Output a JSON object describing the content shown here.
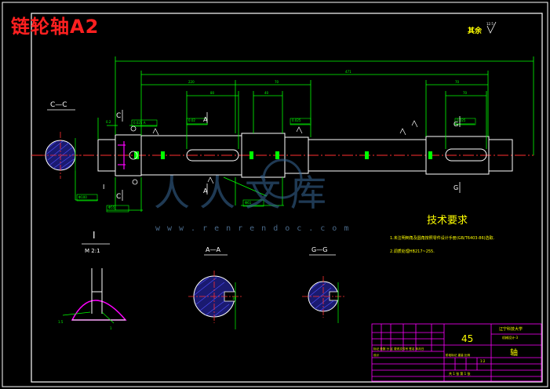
{
  "drawing": {
    "title": "链轮轴A2",
    "roughness_note": "其余",
    "roughness_value": "12.5",
    "section_cc": "C—C",
    "section_aa": "A—A",
    "section_gg": "G—G",
    "detail_label": "I",
    "detail_scale": "M 2:1",
    "mark_c": "C",
    "mark_a": "A",
    "mark_g": "G",
    "mark_i": "I",
    "tech_req_title": "技术要求",
    "tech_req_1": "1.未注明倒角及圆角按照零件设计手册(GB/T6403-86)选取.",
    "tech_req_2": "2.调质处理HB217~255.",
    "watermark": "www.renrendoc.com",
    "watermark_logo": "人人文库"
  },
  "title_block": {
    "material": "45",
    "part_name": "轴",
    "school": "辽宁科技大学",
    "drawing_no": "机械设计-3",
    "scale": "1:2",
    "sheets": "共 1 张  第 1 张",
    "header_row": "标记 处数 分 区 更改文件号 签名 年月日",
    "design_row": "设计",
    "stage_row": "阶段标记 重量 比例"
  }
}
